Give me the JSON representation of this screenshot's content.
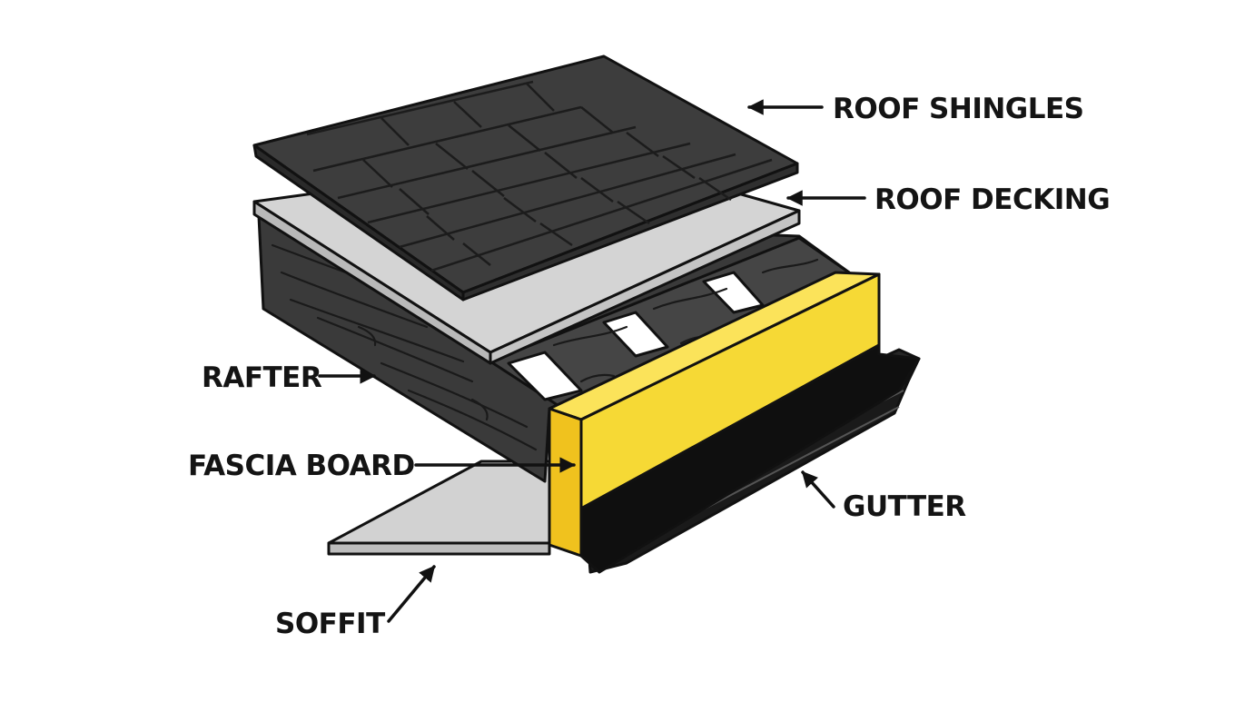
{
  "labels": {
    "roof_shingles": "ROOF SHINGLES",
    "roof_decking": "ROOF DECKING",
    "rafter": "RAFTER",
    "fascia_board": "FASCIA BOARD",
    "gutter": "GUTTER",
    "soffit": "SOFFIT"
  },
  "colors": {
    "shingle": "#3d3d3d",
    "shingle_seam": "#1f1f1f",
    "decking": "#d4d4d4",
    "rafter": "#3a3a3a",
    "fascia": "#f6d935",
    "fascia_side": "#f0c21e",
    "gutter": "#262626",
    "soffit": "#d2d2d2",
    "outline": "#111111"
  }
}
